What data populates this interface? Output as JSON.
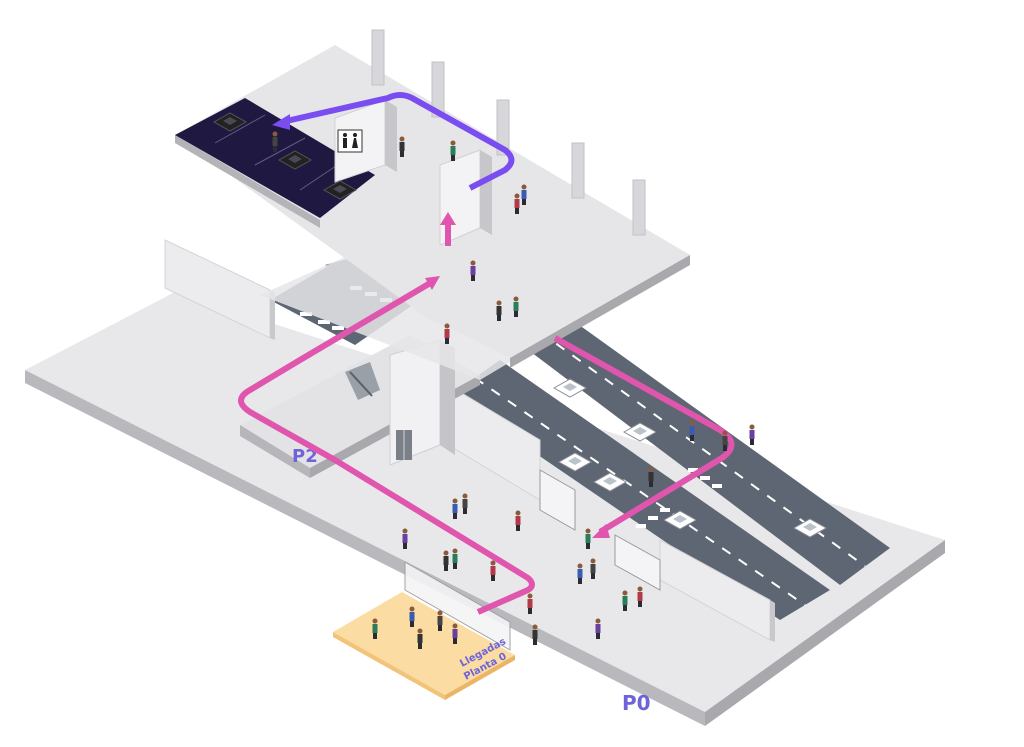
{
  "levels": {
    "p2": "P2",
    "p0": "P0"
  },
  "arrival_zone": {
    "line1": "Llegadas",
    "line2": "Planta 0"
  },
  "icons": {
    "restroom": "restroom-icon",
    "escalator": "escalator-icon",
    "elevator": "elevator-icon",
    "car": "car-icon",
    "person": "person-icon"
  },
  "colors": {
    "route_pink": "#e055ad",
    "route_purple": "#7a4df0",
    "label_purple": "#6e63d9",
    "floor_light": "#e8e8ea",
    "floor_side": "#b9b9bd",
    "road": "#5d6672",
    "parking_dark": "#1f1840",
    "arrival_yellow": "#fbdca2"
  }
}
